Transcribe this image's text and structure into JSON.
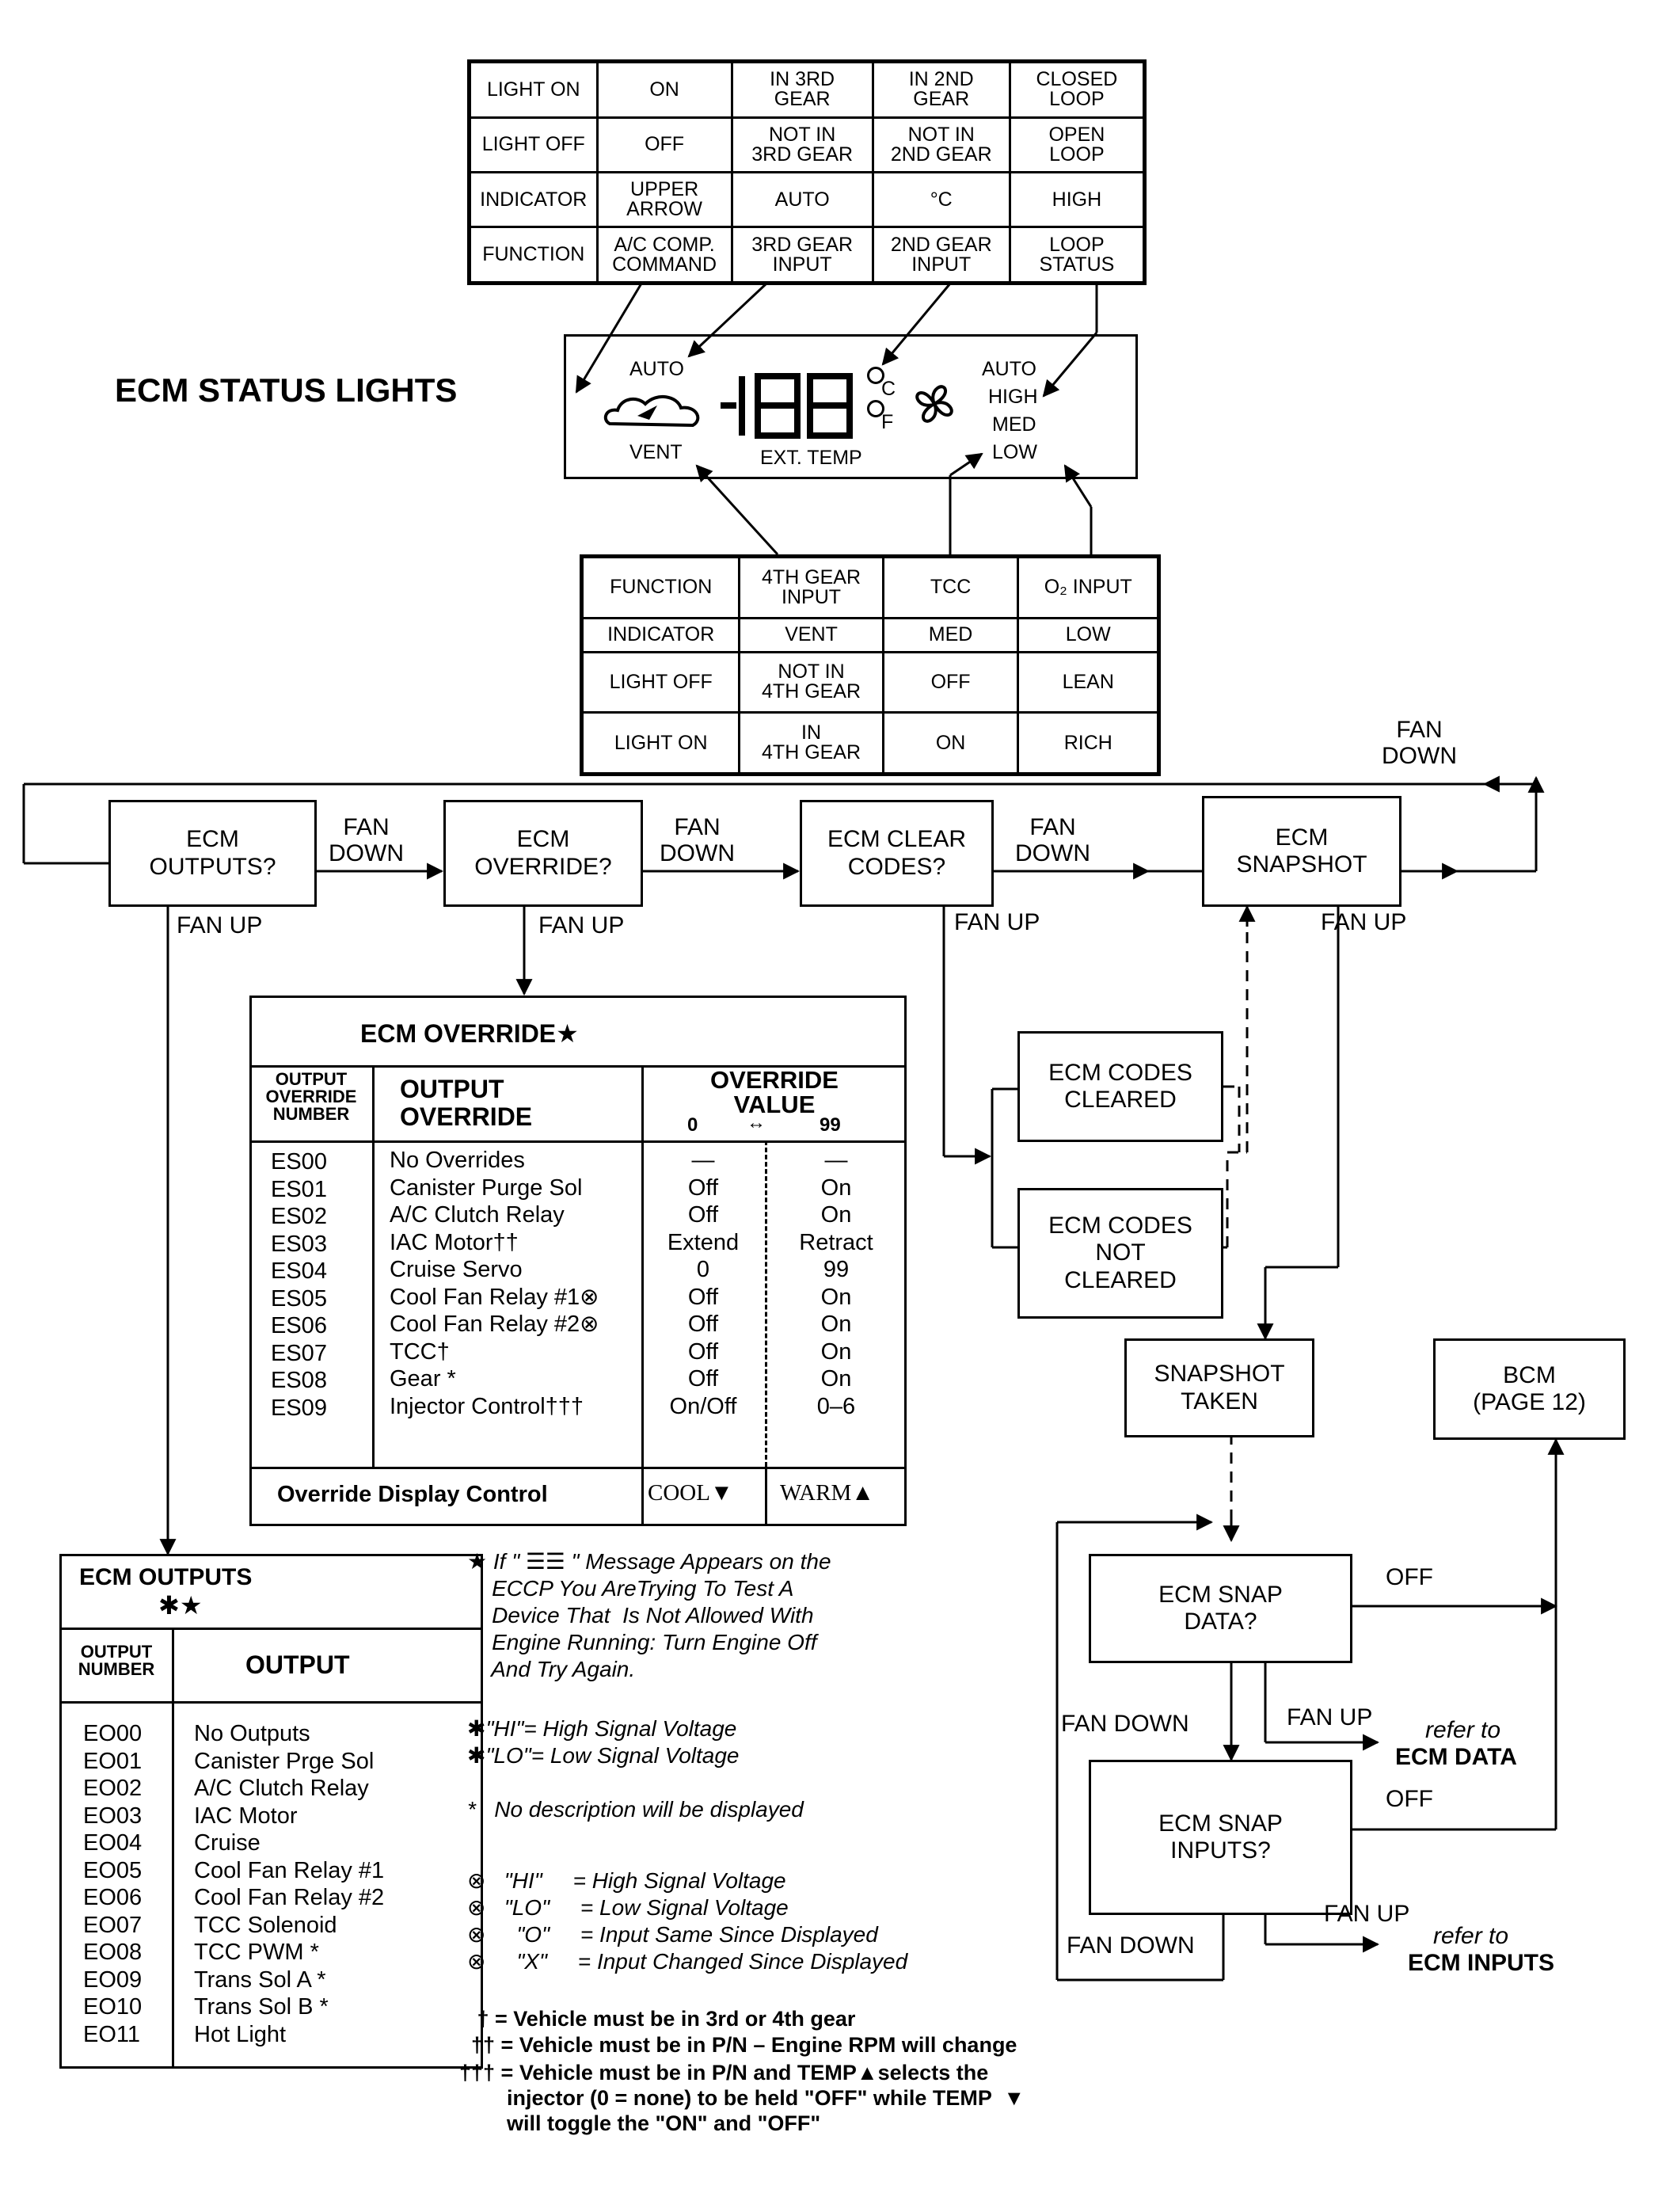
{
  "title": "ECM STATUS LIGHTS",
  "top_table": [
    [
      "LIGHT ON",
      "ON",
      "IN 3RD\nGEAR",
      "IN 2ND\nGEAR",
      "CLOSED\nLOOP"
    ],
    [
      "LIGHT OFF",
      "OFF",
      "NOT IN\n3RD GEAR",
      "NOT IN\n2ND GEAR",
      "OPEN\nLOOP"
    ],
    [
      "INDICATOR",
      "UPPER\nARROW",
      "AUTO",
      "°C",
      "HIGH"
    ],
    [
      "FUNCTION",
      "A/C COMP.\nCOMMAND",
      "3RD GEAR\nINPUT",
      "2ND GEAR\nINPUT",
      "LOOP\nSTATUS"
    ]
  ],
  "bottom_table": [
    [
      "FUNCTION",
      "4TH GEAR\nINPUT",
      "TCC",
      "O₂ INPUT"
    ],
    [
      "INDICATOR",
      "VENT",
      "MED",
      "LOW"
    ],
    [
      "LIGHT OFF",
      "NOT IN\n4TH GEAR",
      "OFF",
      "LEAN"
    ],
    [
      "LIGHT ON",
      "IN\n4TH GEAR",
      "ON",
      "RICH"
    ]
  ],
  "display": {
    "auto_left": "AUTO",
    "vent": "VENT",
    "digits": "188",
    "ext_temp": "EXT. TEMP",
    "deg_c": "C",
    "deg_f": "F",
    "auto_right": "AUTO",
    "high": "HIGH",
    "med": "MED",
    "low": "LOW"
  },
  "flow": {
    "ecm_outputs": "ECM\nOUTPUTS?",
    "ecm_override": "ECM\nOVERRIDE?",
    "ecm_clear_codes": "ECM CLEAR\nCODES?",
    "ecm_snapshot": "ECM\nSNAPSHOT",
    "codes_cleared": "ECM CODES\nCLEARED",
    "codes_not_cleared": "ECM CODES\nNOT\nCLEARED",
    "snapshot_taken": "SNAPSHOT\nTAKEN",
    "bcm": "BCM\n(PAGE 12)",
    "snap_data": "ECM SNAP\nDATA?",
    "snap_inputs": "ECM SNAP\nINPUTS?",
    "fan_down": "FAN\nDOWN",
    "fan_down_1": "FAN\nDOWN",
    "fan_down_2": "FAN\nDOWN",
    "fan_down_3": "FAN\nDOWN",
    "fan_down_loop": "FAN\nDOWN",
    "fan_up_1": "FAN UP",
    "fan_up_2": "FAN UP",
    "fan_up_3": "FAN UP",
    "fan_up_4": "FAN UP",
    "fan_up_5": "FAN UP",
    "fan_up_6": "FAN UP",
    "fan_down_snap": "FAN DOWN",
    "fan_down_inputs": "FAN DOWN",
    "off_1": "OFF",
    "off_2": "OFF",
    "refer_to_1": "refer to",
    "ecm_data": "ECM DATA",
    "refer_to_2": "refer to",
    "ecm_inputs": "ECM INPUTS"
  },
  "override": {
    "title": "ECM OVERRIDE★",
    "col_number": "OUTPUT\nOVERRIDE\nNUMBER",
    "col_output": "OUTPUT\nOVERRIDE",
    "col_value": "OVERRIDE\nVALUE",
    "range_lo": "0",
    "range_arrow": "↔",
    "range_hi": "99",
    "numbers": "ES00\nES01\nES02\nES03\nES04\nES05\nES06\nES07\nES08\nES09",
    "names": "No Overrides\nCanister Purge Sol\nA/C Clutch Relay\nIAC Motor††\nCruise Servo\nCool Fan Relay #1⊗\nCool Fan Relay #2⊗\nTCC†\nGear *\nInjector Control†††",
    "low_values": "—\nOff\nOff\nExtend\n0\nOff\nOff\nOff\nOff\nOn/Off",
    "high_values": "—\nOn\nOn\nRetract\n99\nOn\nOn\nOn\nOn\n0–6",
    "display_control": "Override Display Control",
    "cool": "COOL▼",
    "warm": "WARM▲"
  },
  "outputs": {
    "title": "ECM OUTPUTS",
    "stars": "✱★",
    "col_number": "OUTPUT\nNUMBER",
    "col_output": "OUTPUT",
    "numbers": "EO00\nEO01\nEO02\nEO03\nEO04\nEO05\nEO06\nEO07\nEO08\nEO09\nEO10\nEO11",
    "names": "No Outputs\nCanister Prge Sol\nA/C Clutch Relay\nIAC Motor\nCruise\nCool Fan Relay #1\nCool Fan Relay #2\nTCC Solenoid\nTCC PWM *\nTrans Sol A *\nTrans Sol B *\nHot Light"
  },
  "notes": {
    "star_note": "★ If \" ☰☰ \" Message Appears on the\n    ECCP You AreTrying To Test A\n    Device That  Is Not Allowed With\n    Engine Running: Turn Engine Off\n    And Try Again.",
    "hi_note": "✱\"HI\"= High Signal Voltage",
    "lo_note": "✱\"LO\"= Low Signal Voltage",
    "no_desc": "*   No description will be displayed",
    "x_hi": "⊗   \"HI\"     = High Signal Voltage",
    "x_lo": "⊗   \"LO\"     = Low Signal Voltage",
    "x_o": "⊗     \"O\"     = Input Same Since Displayed",
    "x_x": "⊗     \"X\"     = Input Changed Since Displayed",
    "dagger1": "   † = Vehicle must be in 3rd or 4th gear",
    "dagger2": "  †† = Vehicle must be in P/N – Engine RPM will change",
    "dagger3": "††† = Vehicle must be in P/N and TEMP▲selects the\n        injector (0 = none) to be held \"OFF\" while TEMP  ▼\n        will toggle the \"ON\" and \"OFF\""
  }
}
